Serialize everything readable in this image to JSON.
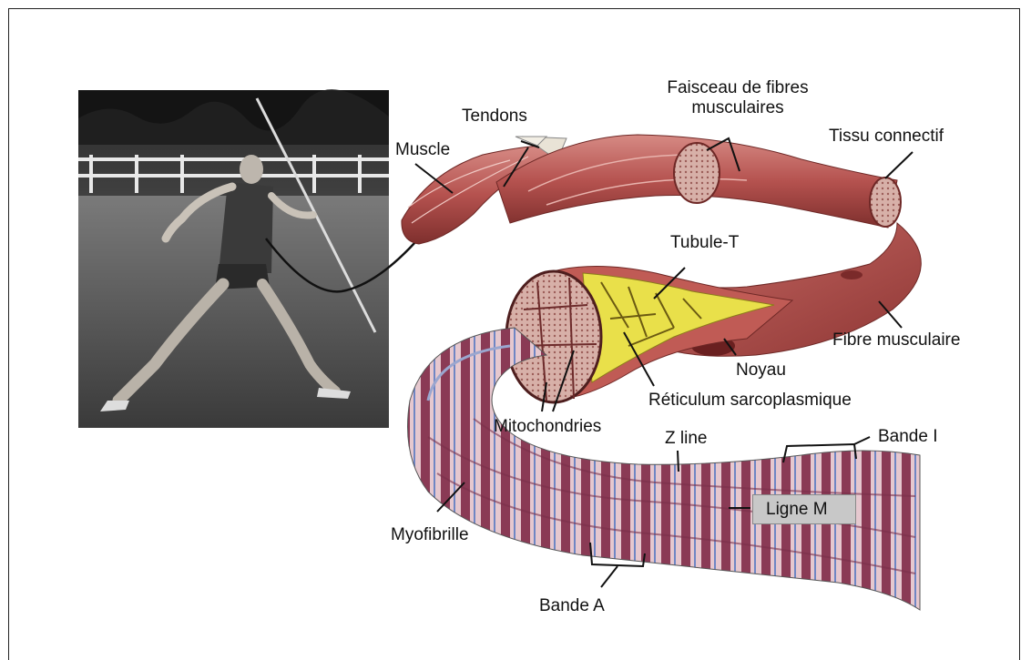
{
  "labels": {
    "tendons": "Tendons",
    "muscle": "Muscle",
    "faisceau": "Faisceau de fibres musculaires",
    "faisceau_line1": "Faisceau de fibres",
    "faisceau_line2": "musculaires",
    "tissu": "Tissu connectif",
    "tubule": "Tubule-T",
    "fibre": "Fibre musculaire",
    "noyau": "Noyau",
    "reticulum": "Réticulum sarcoplasmique",
    "mitochondries": "Mitochondries",
    "zline": "Z line",
    "bande_i": "Bande I",
    "ligne_m": "Ligne M",
    "myofibrille": "Myofibrille",
    "bande_a": "Bande A"
  },
  "colors": {
    "muscle_red": "#b5524f",
    "muscle_dark": "#8e3634",
    "reticulum_yellow": "#e9e04a",
    "myofibril_pink": "#d9a7b0",
    "myofibril_blue": "#9aa6cf",
    "label_box": "#c8c8c8"
  },
  "photo": {
    "subject": "javelin-thrower",
    "style": "black-and-white"
  }
}
